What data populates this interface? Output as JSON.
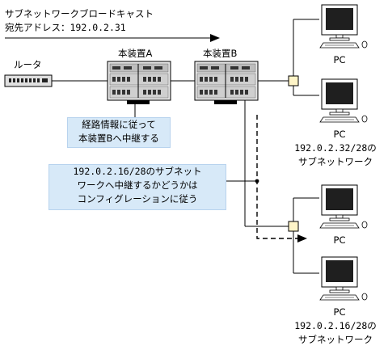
{
  "broadcast": {
    "title": "サブネットワークブロードキャスト",
    "dest": "宛先アドレス：192.0.2.31"
  },
  "router": {
    "label": "ルータ"
  },
  "deviceA": {
    "label": "本装置A"
  },
  "deviceB": {
    "label": "本装置B"
  },
  "note1": {
    "line1": "経路情報に従って",
    "line2": "本装置Bへ中継する"
  },
  "note2": {
    "line1": "192.0.2.16/28のサブネット",
    "line2": "ワークへ中継するかどうかは",
    "line3": "コンフィグレーションに従う"
  },
  "pcs": [
    {
      "label": "PC"
    },
    {
      "label": "PC"
    },
    {
      "label": "PC"
    },
    {
      "label": "PC"
    }
  ],
  "subnet1": {
    "addr": "192.0.2.32/28の",
    "name": "サブネットワーク"
  },
  "subnet2": {
    "addr": "192.0.2.16/28の",
    "name": "サブネットワーク"
  }
}
